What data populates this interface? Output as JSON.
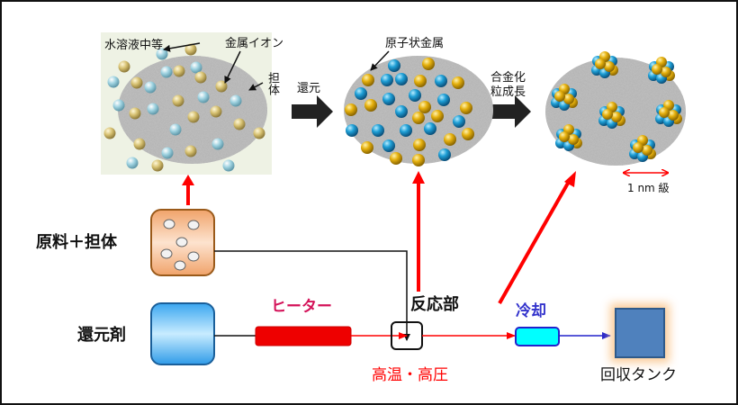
{
  "panels": {
    "solution": {
      "label_medium": "水溶液中等",
      "label_ion": "金属イオン",
      "label_support": "担体"
    },
    "atomic": {
      "label": "原子状金属"
    },
    "alloy": {
      "scale_label": "1 nm 級"
    }
  },
  "steps": {
    "reduction": "還元",
    "alloying_line1": "合金化",
    "alloying_line2": "粒成長"
  },
  "process": {
    "feed_label": "原料＋担体",
    "reductant_label": "還元剤",
    "heater_label": "ヒーター",
    "reactor_label": "反応部",
    "condition_label": "高温・高圧",
    "cooling_label": "冷却",
    "tank_label": "回収タンク"
  },
  "colors": {
    "heater": "#ee0000",
    "heater_text": "#d4145a",
    "flow_red": "#ff0000",
    "cooling_text": "#3333cc",
    "cooler": "#00ffff",
    "tank": "#4f81bd",
    "feed": "#f4b183",
    "reductant": "#3fa9f5",
    "atom_gold": "#e6b10e",
    "atom_blue": "#1e9fd6"
  }
}
